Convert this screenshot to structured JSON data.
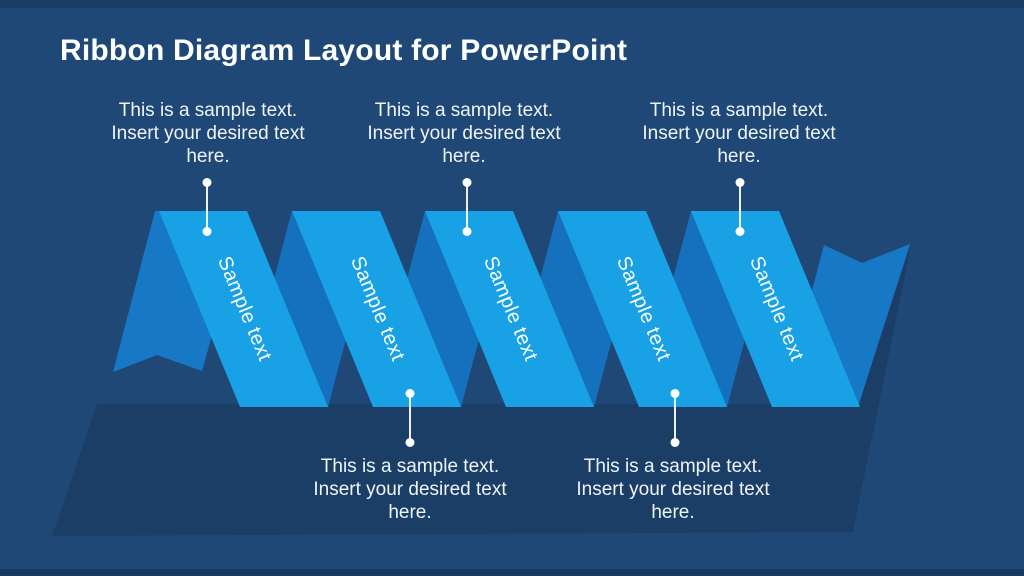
{
  "slide": {
    "title": "Ribbon Diagram Layout for PowerPoint",
    "colors": {
      "background": "#1F4876",
      "ribbon_front": "#18A1E5",
      "ribbon_back": "#1571BD",
      "ribbon_tail": "#1779C6",
      "shadow": "rgba(0,0,0,0.13)",
      "connector": "#FFFFFF",
      "text": "#EFF4F9"
    }
  },
  "ribbon": {
    "segments": [
      {
        "label": "Sample text"
      },
      {
        "label": "Sample text"
      },
      {
        "label": "Sample text"
      },
      {
        "label": "Sample text"
      },
      {
        "label": "Sample text"
      }
    ]
  },
  "callouts_top": [
    {
      "lines": [
        "This is a sample text.",
        "Insert your desired text",
        "here."
      ]
    },
    {
      "lines": [
        "This is a sample text.",
        "Insert your desired text",
        "here."
      ]
    },
    {
      "lines": [
        "This is a sample text.",
        "Insert your desired text",
        "here."
      ]
    }
  ],
  "callouts_bottom": [
    {
      "lines": [
        "This is a sample text.",
        "Insert your desired text",
        "here."
      ]
    },
    {
      "lines": [
        "This is a sample text.",
        "Insert your desired text",
        "here."
      ]
    }
  ]
}
